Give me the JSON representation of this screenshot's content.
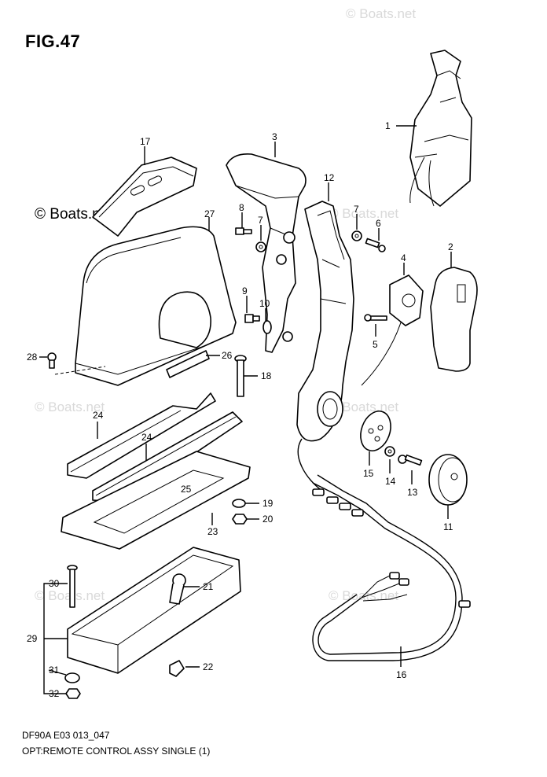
{
  "figure_title": "FIG.47",
  "footer": {
    "code": "DF90A E03 013_047",
    "caption": "OPT:REMOTE CONTROL ASSY SINGLE (1)"
  },
  "watermarks": [
    "© Boats.net",
    "© Boats.net",
    "© Boats.net",
    "© Boats.net",
    "© Boats.net",
    "© Boats.net",
    "© Boats.net"
  ],
  "callouts": [
    "1",
    "2",
    "3",
    "4",
    "5",
    "6",
    "7",
    "7",
    "8",
    "9",
    "10",
    "11",
    "12",
    "13",
    "14",
    "15",
    "16",
    "17",
    "18",
    "19",
    "20",
    "21",
    "22",
    "23",
    "24",
    "24",
    "25",
    "26",
    "27",
    "28",
    "29",
    "30",
    "31",
    "32"
  ]
}
